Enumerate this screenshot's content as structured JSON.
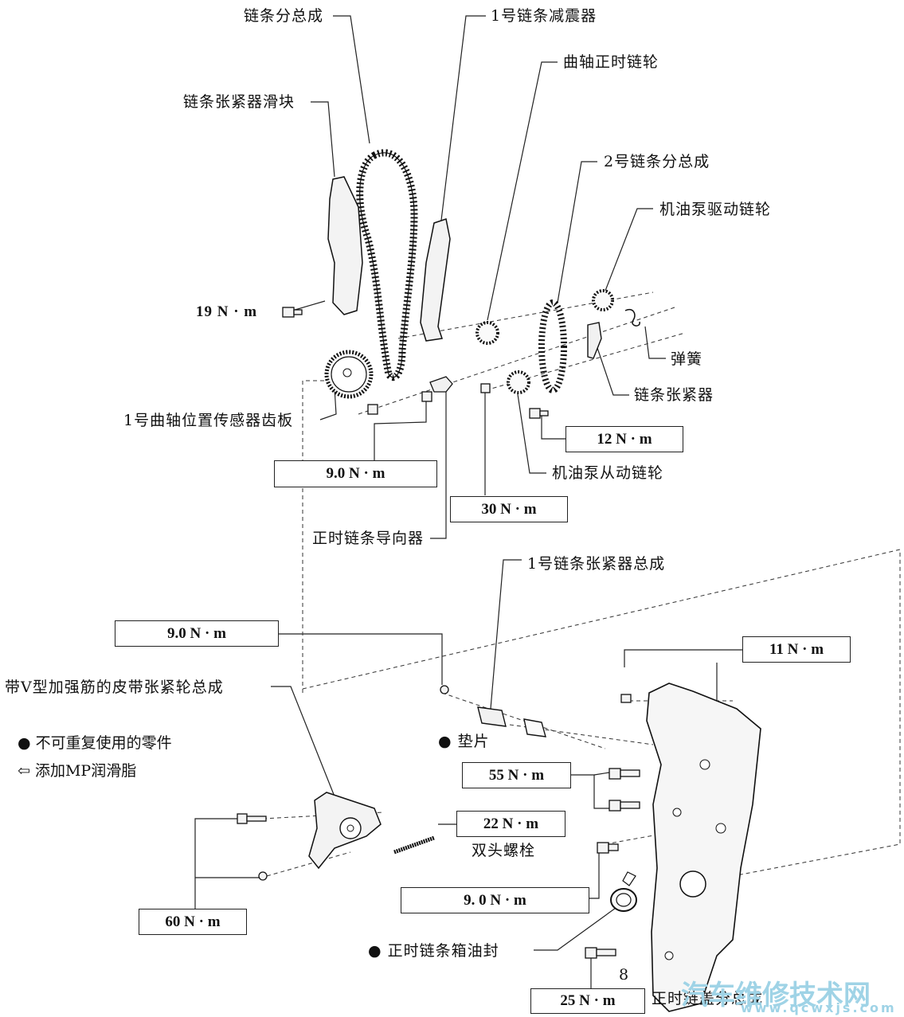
{
  "labels": {
    "chain_sub_assembly": "链条分总成",
    "chain_damper_no1": "1号链条减震器",
    "crankshaft_timing_sprocket": "曲轴正时链轮",
    "chain_tensioner_slipper": "链条张紧器滑块",
    "chain_no2_sub_assembly": "2号链条分总成",
    "oil_pump_drive_sprocket": "机油泵驱动链轮",
    "spring": "弹簧",
    "chain_tensioner": "链条张紧器",
    "crank_position_sensor_plate_no1": "1号曲轴位置传感器齿板",
    "oil_pump_driven_sprocket": "机油泵从动链轮",
    "timing_chain_guide": "正时链条导向器",
    "chain_tensioner_assembly_no1": "1号链条张紧器总成",
    "v_ribbed_belt_tensioner_assembly": "带V型加强筋的皮带张紧轮总成",
    "gasket": "● 垫片",
    "stud_bolt": "双头螺栓",
    "timing_chain_case_oil_seal": "● 正时链条箱油封",
    "timing_chain_cover_sub_assembly": "正时链盖分总成",
    "figure_number": "8"
  },
  "torques": {
    "t19": "19 N · m",
    "t90_upper": "9.0 N · m",
    "t12": "12 N · m",
    "t30": "30 N · m",
    "t90_mid": "9.0 N ·  m",
    "t11": "11 N · m",
    "t55": "55 N · m",
    "t22": "22 N · m",
    "t90_lower": "9. 0 N · m",
    "t60": "60 N · m",
    "t25": "25 N · m"
  },
  "legend": {
    "non_reusable": "●  不可重复使用的零件",
    "mp_grease": "⇦  添加MP润滑脂"
  },
  "watermark": {
    "text": "汽车维修技术网",
    "url": "www.qcwxjs.com"
  }
}
